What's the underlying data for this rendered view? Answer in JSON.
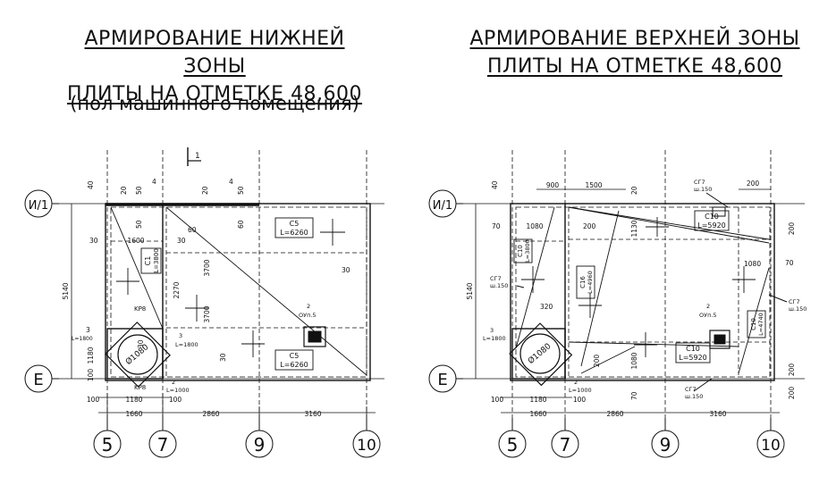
{
  "left": {
    "title_line1": "АРМИРОВАНИЕ НИЖНЕЙ ЗОНЫ",
    "title_line2": "ПЛИТЫ НА ОТМЕТКЕ 48,600",
    "subtitle": "(пол машинного помещения)",
    "section_mark": "1",
    "axis_rows": [
      "И/1",
      "Е"
    ],
    "axis_cols": [
      "5",
      "7",
      "9",
      "10"
    ],
    "dims_bottom_row1": [
      "100",
      "1180",
      "100"
    ],
    "dims_bottom_row2": [
      "1660",
      "2860",
      "3160"
    ],
    "dim_height": "5140",
    "dim_left_small": [
      "3",
      "L=1800",
      "1180",
      "100"
    ],
    "top_dims": [
      "40",
      "20",
      "50",
      "4",
      "20",
      "4",
      "50"
    ],
    "inner_dims": [
      "30",
      "1600",
      "30",
      "50",
      "60",
      "60",
      "30",
      "3700",
      "2270",
      "3700",
      "30",
      "30"
    ],
    "labels": {
      "c5a": "C5",
      "c5a_len": "L=6260",
      "c1": "C1",
      "c1_len": "L=3800",
      "c5b": "C5",
      "c5b_len": "L=6260",
      "kr8": "KP8",
      "kr8b": "KP8",
      "ring": "Ø1080",
      "bar3": "3",
      "bar3_len": "L=1800",
      "bar2": "2",
      "bar2_len": "L=1000",
      "opening": "2",
      "opening_text": "ОУп.5"
    }
  },
  "right": {
    "title_line1": "АРМИРОВАНИЕ ВЕРХНЕЙ ЗОНЫ",
    "title_line2": "ПЛИТЫ НА ОТМЕТКЕ 48,600",
    "axis_rows": [
      "И/1",
      "Е"
    ],
    "axis_cols": [
      "5",
      "7",
      "9",
      "10"
    ],
    "dims_bottom_row1": [
      "100",
      "1180",
      "100"
    ],
    "dims_bottom_row2": [
      "1660",
      "2860",
      "3160"
    ],
    "dim_height": "5140",
    "top_dims": [
      "40",
      "900",
      "1500",
      "20",
      "200"
    ],
    "inner_dims": [
      "70",
      "1080",
      "200",
      "1130",
      "320",
      "1080",
      "200",
      "70",
      "1080",
      "200",
      "200",
      "70",
      "200"
    ],
    "labels": {
      "c10a": "C10",
      "c10a_len": "L=5920",
      "c10b": "C10",
      "c10b_len": "L=3800",
      "c16": "C16",
      "c16_len": "L=4960",
      "c10c": "C10",
      "c10c_len": "L=5920",
      "c10d": "C10",
      "c10d_len": "L=4740",
      "sg7a": "СГ7",
      "sg7a_step": "ш.150",
      "sg7b": "СГ7",
      "sg7b_step": "ш.150",
      "sg7c": "СГ7",
      "sg7c_step": "ш.150",
      "sg7d": "СГ7",
      "sg7d_step": "ш.150",
      "ring": "Ø1080",
      "bar3": "3",
      "bar3_len": "L=1800",
      "bar2": "2",
      "bar2_len": "L=1000",
      "opening": "2",
      "opening_text": "ОУп.5"
    }
  }
}
